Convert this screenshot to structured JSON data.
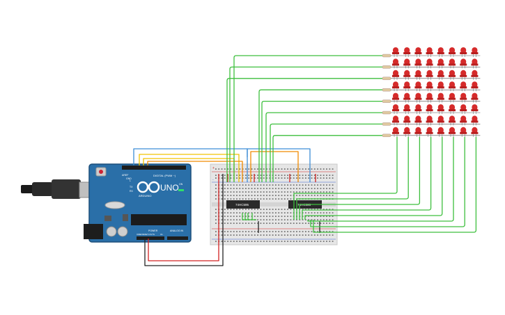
{
  "arduino": {
    "logo_text": "UNO",
    "brand_text": "ARDUINO",
    "digital_label": "DIGITAL (PWM ~)",
    "power_label": "POWER",
    "analog_label": "ANALOG IN",
    "aref_label": "AREF",
    "gnd_label": "GND",
    "tx_label": "TX",
    "rx_label": "RX",
    "l_label": "L",
    "on_label": "ON",
    "ioref_label": "IOREF",
    "reset_label": "RESET",
    "v33_label": "3.3V",
    "v5_label": "5V",
    "vin_label": "Vin"
  },
  "breadboard": {
    "chip1_label": "74HC595",
    "chip2_label": "74HC595",
    "row_plus": "+",
    "row_minus": "-"
  },
  "led_matrix": {
    "rows": 8,
    "cols": 8,
    "led_color": "#d62b2b",
    "resistor_color": "#e0c9a0"
  },
  "colors": {
    "wire_green": "#3dbf3d",
    "wire_red": "#d22020",
    "wire_black": "#222222",
    "wire_yellow": "#f2c200",
    "wire_orange": "#f08a00",
    "wire_blue": "#3c8dd6",
    "board_blue": "#2a6fa8"
  }
}
